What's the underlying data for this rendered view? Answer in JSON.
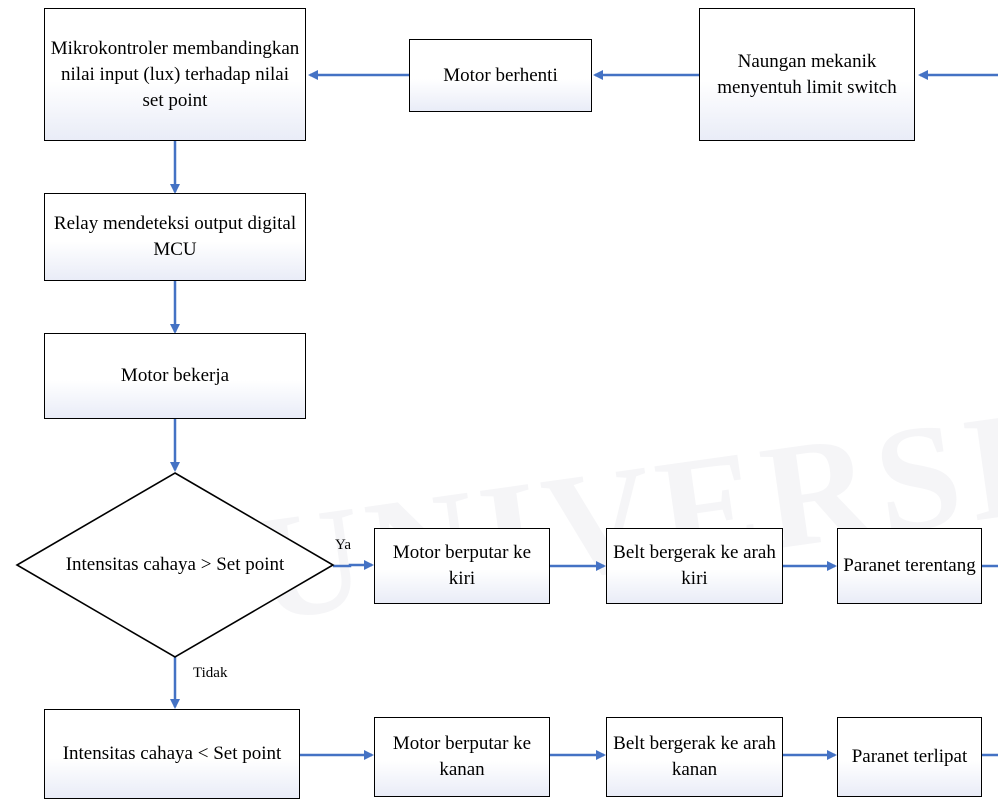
{
  "nodes": {
    "mikro": "Mikrokontroler membandingkan nilai input (lux) terhadap nilai set point",
    "motor_berhenti": "Motor berhenti",
    "naungan": "Naungan mekanik menyentuh limit switch",
    "relay": "Relay mendeteksi output digital MCU",
    "motor_bekerja": "Motor bekerja",
    "decision": "Intensitas cahaya > Set point",
    "kiri_motor": "Motor berputar ke kiri",
    "kiri_belt": "Belt bergerak ke arah kiri",
    "kiri_paranet": "Paranet terentang",
    "kurang": "Intensitas cahaya < Set point",
    "kanan_motor": "Motor berputar ke kanan",
    "kanan_belt": "Belt bergerak ke arah kanan",
    "kanan_paranet": "Paranet terlipat"
  },
  "edge_labels": {
    "yes": "Ya",
    "no": "Tidak"
  },
  "watermark": "UNIVERSITAS",
  "colors": {
    "arrow": "#4472c4",
    "border": "#000000",
    "box_gradient_end": "#e9ecf7"
  }
}
